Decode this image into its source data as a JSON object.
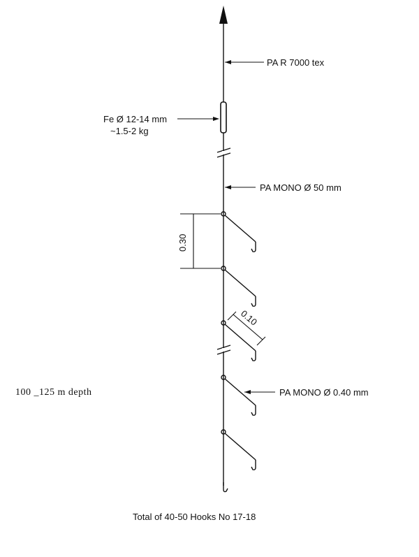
{
  "labels": {
    "main_line": "PA R 7000 tex",
    "sinker_spec": "Fe Ø 12-14 mm",
    "sinker_weight": "~1.5-2 kg",
    "upper_mono": "PA MONO Ø 50 mm",
    "spacing": "0.30",
    "snood_length": "0.10",
    "lower_mono": "PA MONO Ø 0.40 mm",
    "depth": "100 _125 m depth",
    "total": "Total of 40-50 Hooks No 17-18"
  }
}
